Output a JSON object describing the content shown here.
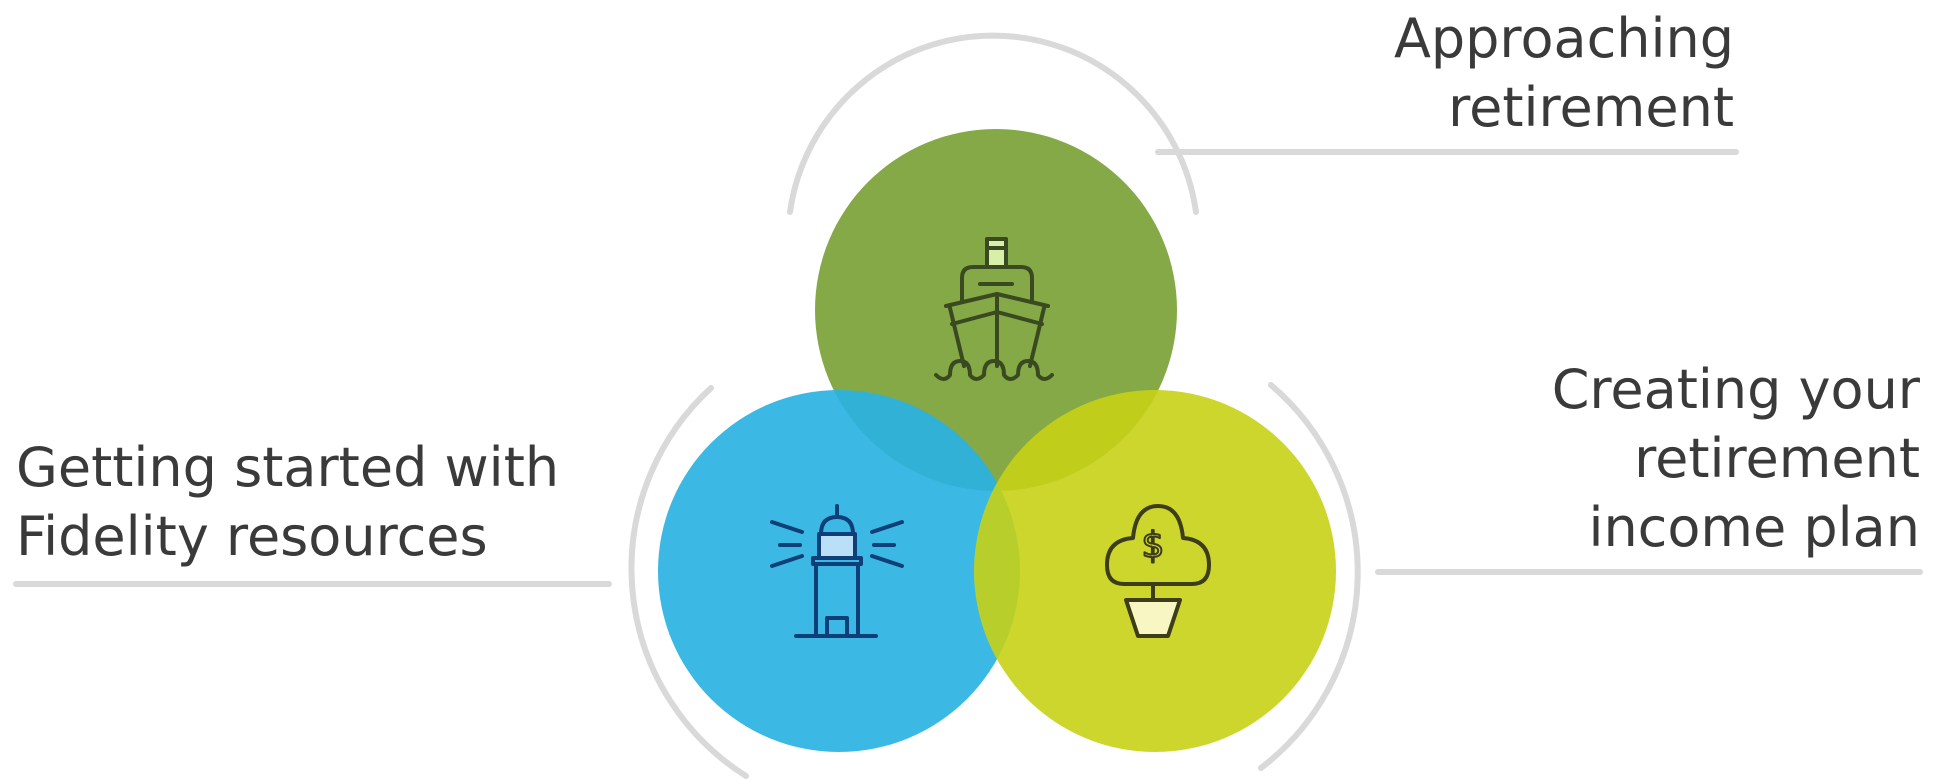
{
  "stages": [
    {
      "id": "approaching",
      "lines": [
        "Approaching",
        "retirement"
      ],
      "color": "#7ea43c",
      "icon": "ship-icon"
    },
    {
      "id": "income",
      "lines": [
        "Creating your",
        "retirement",
        "income plan"
      ],
      "color": "#c6d116",
      "icon": "money-tree-icon"
    },
    {
      "id": "started",
      "lines": [
        "Getting started with",
        "Fidelity resources"
      ],
      "color": "#2ab2e2",
      "icon": "lighthouse-icon"
    }
  ],
  "colors": {
    "connector": "#d9d9d9",
    "text": "#3a3a3a",
    "icon_green": "#3a4a20",
    "icon_olive": "#3d3d1a",
    "icon_blue": "#0f3f78"
  }
}
